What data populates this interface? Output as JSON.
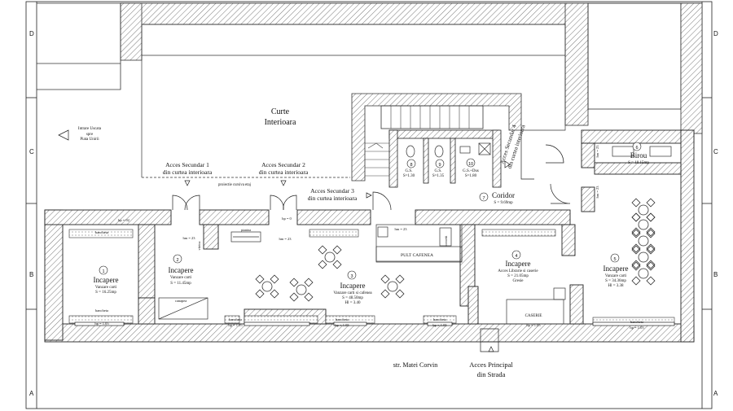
{
  "frame": {
    "grid_left": [
      "D",
      "C",
      "B",
      "A"
    ],
    "grid_right": [
      "D",
      "C",
      "B",
      "A"
    ]
  },
  "courtyard": {
    "title_line1": "Curte",
    "title_line2": "Interioara"
  },
  "exit_note": {
    "line1": "Intrare Uscata",
    "line2": "spre",
    "line3": "Piata Unirii"
  },
  "access": {
    "secondary1_line1": "Acces Secundar 1",
    "secondary1_line2": "din curtea interioara",
    "secondary2_line1": "Acces Secundar 2",
    "secondary2_line2": "din curtea interioara",
    "secondary3_line1": "Acces Secundar 3",
    "secondary3_line2": "din curtea interioara",
    "secondary4_line1": "Acces Secundar 4",
    "secondary4_line2": "din curtea interioara",
    "main_line1": "Acces Principal",
    "main_line2": "din Strada",
    "projection_note": "proiectie cursiva etaj"
  },
  "street": "str. Matei Corvin",
  "rooms": [
    {
      "num": "1",
      "name": "Incapere",
      "use": "Vanzare carti",
      "area": "S = 16.25mp",
      "extra": ""
    },
    {
      "num": "2",
      "name": "Incapere",
      "use": "Vanzare carti",
      "area": "S = 11.45mp",
      "extra": ""
    },
    {
      "num": "3",
      "name": "Incapere",
      "use": "Vanzare carti si cafenea",
      "area": "S = 48.50mp",
      "extra": "Hl = 3.40"
    },
    {
      "num": "4",
      "name": "Incapere",
      "use": "Acces Librarie si caserie",
      "area": "S = 21.05mp",
      "extra": "Gresie"
    },
    {
      "num": "5",
      "name": "Incapere",
      "use": "Vanzare carti",
      "area": "S = 34.36mp",
      "extra": "Hl = 3.38"
    }
  ],
  "office": {
    "num": "6",
    "name": "Birou",
    "area": "S = 10.15mp"
  },
  "corridor": {
    "num": "7",
    "name": "Coridor",
    "area": "S = 9.69mp"
  },
  "wc": [
    {
      "num": "8",
      "name": "G.S.",
      "area": "S=1.30"
    },
    {
      "num": "9",
      "name": "G.S.",
      "area": "S=1.35"
    },
    {
      "num": "10",
      "name": "G.S.+Dus",
      "area": "S=1.80"
    }
  ],
  "labels": {
    "bench": "bancheta",
    "bench_height": "hp = 1.05",
    "sill_92": "hp = 92",
    "sill_0": "hp = 0",
    "parapet_23": "hm = 23",
    "sofa": "canapea",
    "counter": "PULT CAFENEA",
    "cashier": "CASERIE",
    "piano": "pianina",
    "showcase": "vitrina",
    "counter_side": "cornetii"
  }
}
